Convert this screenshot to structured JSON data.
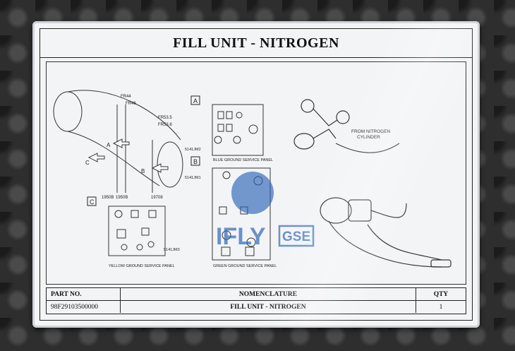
{
  "sheet": {
    "title": "FILL UNIT - NITROGEN"
  },
  "drawing": {
    "box_a": "A",
    "box_b": "B",
    "box_c": "C",
    "frame_labels": [
      "FR44",
      "FR46",
      "FR53.5",
      "FR53.8"
    ],
    "view_markers": [
      "A",
      "B",
      "C"
    ],
    "station_labels": [
      "1950B",
      "1950B",
      "19708"
    ],
    "panel_a_label": "BLUE GROUND SERVICE PANEL",
    "panel_b_label": "GREEN GROUND SERVICE PANEL",
    "panel_c_label": "YELLOW GROUND SERVICE PANEL",
    "panel_a_ref": "5141JM2",
    "panel_b_ref": "5141JM1",
    "panel_c_ref": "5141JM3",
    "cylinder_label": "FROM NITROGEN\nCYLINDER",
    "watermark_text": "IFLY",
    "watermark_suffix": "GSE"
  },
  "table": {
    "headers": [
      "PART NO.",
      "NOMENCLATURE",
      "QTY"
    ],
    "row": [
      "98F29103500000",
      "FILL UNIT - NITROGEN",
      "1"
    ]
  },
  "colors": {
    "watermark_blue": "#2a63b6"
  }
}
